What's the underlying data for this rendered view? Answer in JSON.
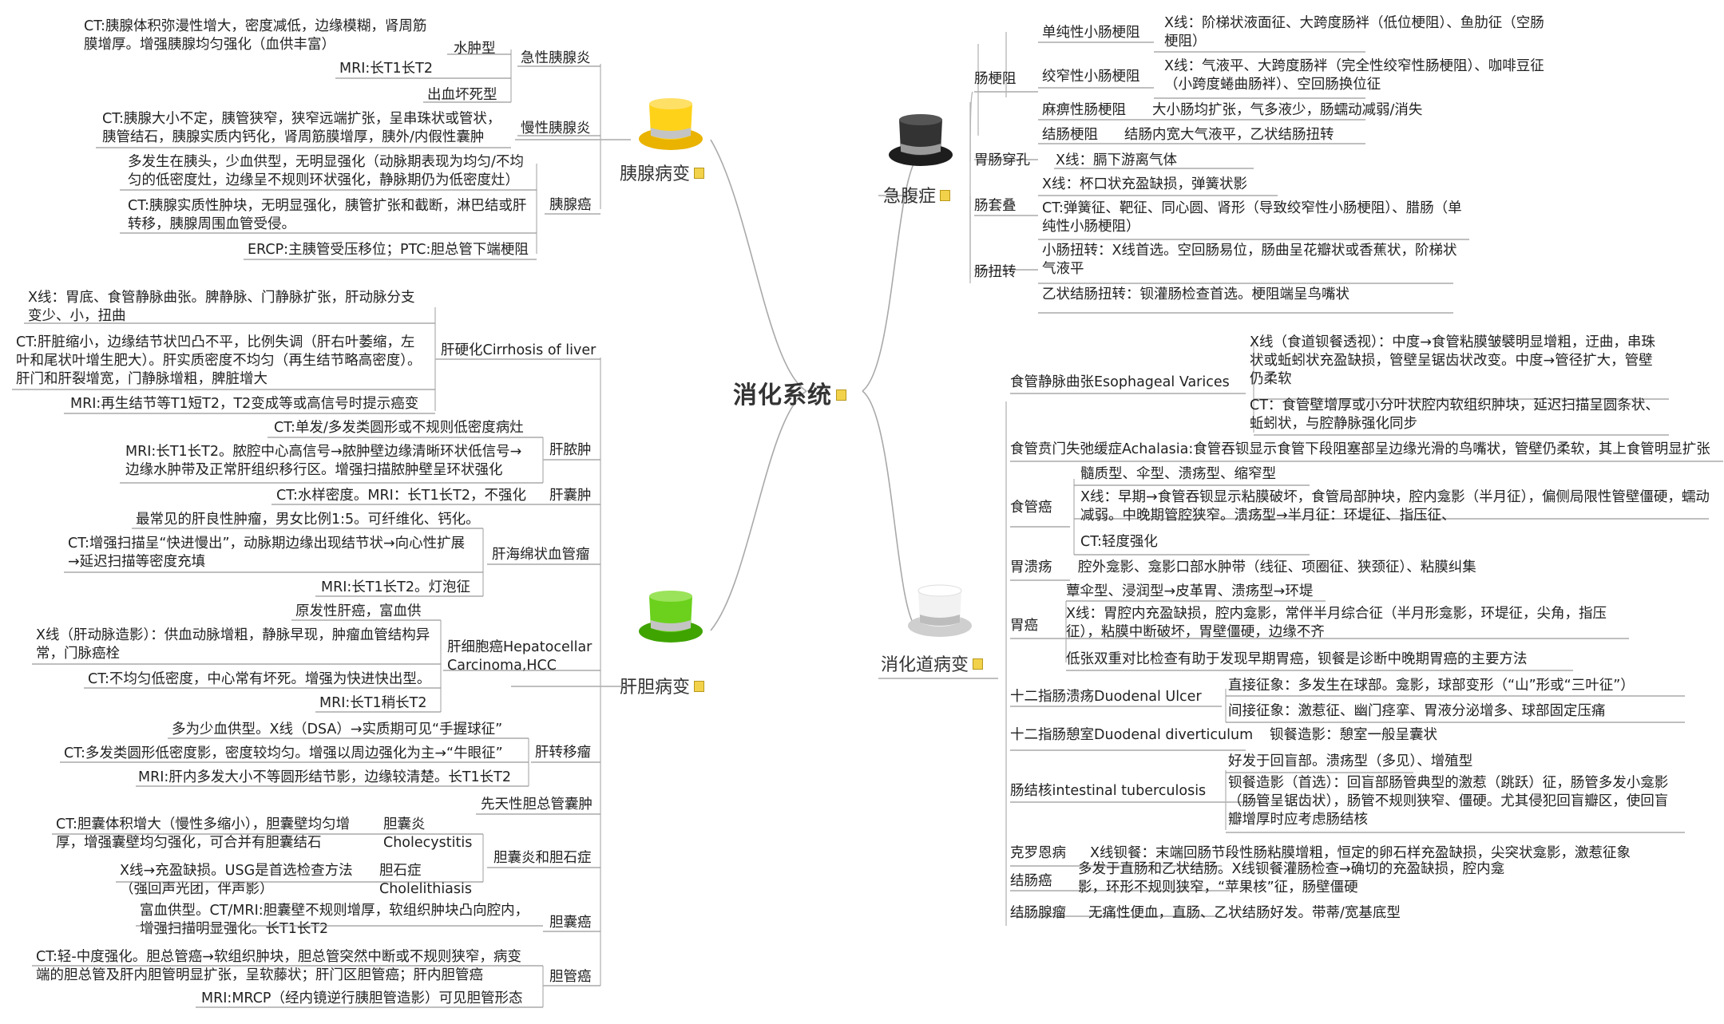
{
  "root": {
    "label": "消化系统"
  },
  "pancreas": {
    "label": "胰腺病变",
    "acute": {
      "label": "急性胰腺炎",
      "edema": "水肿型",
      "edema_ct": "CT:胰腺体积弥漫性增大，密度减低，边缘模糊，肾周筋膜增厚。增强胰腺均匀强化（血供丰富）",
      "edema_mri": "MRI:长T1长T2",
      "hemorrhagic": "出血坏死型"
    },
    "chronic": {
      "label": "慢性胰腺炎",
      "ct": "CT:胰腺大小不定，胰管狭窄，狭窄远端扩张，呈串珠状或管状，胰管结石，胰腺实质内钙化，肾周筋膜增厚，胰外/内假性囊肿"
    },
    "cancer": {
      "label": "胰腺癌",
      "c1": "多发生在胰头，少血供型，无明显强化（动脉期表现为均匀/不均匀的低密度灶，边缘呈不规则环状强化，静脉期仍为低密度灶）",
      "c2": "CT:胰腺实质性肿块，无明显强化，胰管扩张和截断，淋巴结或肝转移，胰腺周围血管受侵。",
      "c3": "ERCP:主胰管受压移位；PTC:胆总管下端梗阻"
    }
  },
  "liver": {
    "label": "肝胆病变",
    "cirrhosis": {
      "label": "肝硬化Cirrhosis of liver",
      "xray": "X线：胃底、食管静脉曲张。脾静脉、门静脉扩张，肝动脉分支变少、小，扭曲",
      "ct": "CT:肝脏缩小，边缘结节状凹凸不平，比例失调（肝右叶萎缩，左叶和尾状叶增生肥大）。肝实质密度不均匀（再生结节略高密度）。肝门和肝裂增宽，门静脉增粗，脾脏增大",
      "mri": "MRI:再生结节等T1短T2，T2变成等或高信号时提示癌变"
    },
    "abscess": {
      "label": "肝脓肿",
      "ct": "CT:单发/多发类圆形或不规则低密度病灶",
      "mri": "MRI:长T1长T2。脓腔中心高信号→脓肿壁边缘清晰环状低信号→边缘水肿带及正常肝组织移行区。增强扫描脓肿壁呈环状强化"
    },
    "cyst": {
      "label": "肝囊肿",
      "ct": "CT:水样密度。MRI：长T1长T2，不强化"
    },
    "hemangioma": {
      "label": "肝海绵状血管瘤",
      "h1": "最常见的肝良性肿瘤，男女比例1:5。可纤维化、钙化。",
      "h2": "CT:增强扫描呈“快进慢出”，动脉期边缘出现结节状→向心性扩展→延迟扫描等密度充填",
      "h3": "MRI:长T1长T2。灯泡征"
    },
    "hcc": {
      "label": "肝细胞癌Hepatocellar Carcinoma,HCC",
      "h1": "原发性肝癌，富血供",
      "h2": "X线（肝动脉造影）：供血动脉增粗，静脉早现，肿瘤血管结构异常，门脉癌栓",
      "h3": "CT:不均匀低密度，中心常有坏死。增强为快进快出型。",
      "h4": "MRI:长T1稍长T2"
    },
    "metastasis": {
      "label": "肝转移瘤",
      "m1": "多为少血供型。X线（DSA）→实质期可见“手握球征”",
      "m2": "CT:多发类圆形低密度影，密度较均匀。增强以周边强化为主→“牛眼征”",
      "m3": "MRI:肝内多发大小不等圆形结节影，边缘较清楚。长T1长T2"
    },
    "choledochal": {
      "label": "先天性胆总管囊肿"
    },
    "gallbladder": {
      "label": "胆囊炎和胆石症",
      "chole_label": "胆囊炎 Cholecystitis",
      "chole_ct": "CT:胆囊体积增大（慢性多缩小），胆囊壁均匀增厚，增强囊壁均匀强化，可合并有胆囊结石",
      "lith_label": "胆石症 Cholelithiasis",
      "lith_text": "X线→充盈缺损。USG是首选检查方法（强回声光团，伴声影）"
    },
    "gb_cancer": {
      "label": "胆囊癌",
      "text": "富血供型。CT/MRI:胆囊壁不规则增厚，软组织肿块凸向腔内，增强扫描明显强化。长T1长T2"
    },
    "bile_duct": {
      "label": "胆管癌",
      "ct": "CT:轻-中度强化。胆总管癌→软组织肿块，胆总管突然中断或不规则狭窄，病变端的胆总管及肝内胆管明显扩张，呈软藤状；肝门区胆管癌；肝内胆管癌",
      "mri": "MRI:MRCP（经内镜逆行胰胆管造影）可见胆管形态"
    }
  },
  "abdomen": {
    "label": "急腹症",
    "obstruction": {
      "label": "肠梗阻",
      "simple": "单纯性小肠梗阻",
      "simple_x": "X线：阶梯状液面征、大跨度肠袢（低位梗阻）、鱼肋征（空肠梗阻）",
      "strang": "绞窄性小肠梗阻",
      "strang_x": "X线：气液平、大跨度肠袢（完全性绞窄性肠梗阻）、咖啡豆征（小跨度蜷曲肠袢）、空回肠换位征",
      "paralytic": "麻痹性肠梗阻",
      "paralytic_x": "大小肠均扩张，气多液少，肠蠕动减弱/消失",
      "colon": "结肠梗阻",
      "colon_x": "结肠内宽大气液平，乙状结肠扭转"
    },
    "perforation": {
      "label": "胃肠穿孔",
      "text": "X线：膈下游离气体"
    },
    "intussusception": {
      "label": "肠套叠",
      "x": "X线：杯口状充盈缺损，弹簧状影",
      "ct": "CT:弹簧征、靶征、同心圆、肾形（导致绞窄性小肠梗阻）、腊肠（单纯性小肠梗阻）"
    },
    "volvulus": {
      "label": "肠扭转",
      "small": "小肠扭转：X线首选。空回肠易位，肠曲呈花瓣状或香蕉状，阶梯状气液平",
      "sigmoid": "乙状结肠扭转：钡灌肠检查首选。梗阻端呈鸟嘴状"
    }
  },
  "gi": {
    "label": "消化道病变",
    "varices": {
      "label": "食管静脉曲张Esophageal Varices",
      "x": "X线（食道钡餐透视）：中度→食管粘膜皱襞明显增粗，迂曲，串珠状或蚯蚓状充盈缺损，管壁呈锯齿状改变。中度→管径扩大，管壁仍柔软",
      "ct": "CT：食管壁增厚或小分叶状腔内软组织肿块，延迟扫描呈圆条状、蚯蚓状，与腔静脉强化同步"
    },
    "achalasia": {
      "label": "食管贲门失弛缓症Achalasia:食管吞钡显示食管下段阻塞部呈边缘光滑的鸟嘴状，管壁仍柔软，其上食管明显扩张"
    },
    "esophageal_cancer": {
      "label": "食管癌",
      "types": "髓质型、伞型、溃疡型、缩窄型",
      "x": "X线：早期→食管吞钡显示粘膜破坏，食管局部肿块，腔内龛影（半月征），偏侧局限性管壁僵硬，蠕动减弱。中晚期管腔狭窄。溃疡型→半月征：环堤征、指压征、",
      "ct": "CT:轻度强化"
    },
    "gastric_ulcer": {
      "label": "胃溃疡",
      "text": "腔外龛影、龛影口部水肿带（线征、项圈征、狭颈征）、粘膜纠集"
    },
    "gastric_cancer": {
      "label": "胃癌",
      "types": "蕈伞型、浸润型→皮革胃、溃疡型→环堤",
      "x": "X线：胃腔内充盈缺损，腔内龛影，常伴半月综合征（半月形龛影，环堤征，尖角，指压征），粘膜中断破坏，胃壁僵硬，边缘不齐",
      "barium": "低张双重对比检查有助于发现早期胃癌，钡餐是诊断中晚期胃癌的主要方法"
    },
    "duodenal_ulcer": {
      "label": "十二指肠溃疡Duodenal Ulcer",
      "direct": "直接征象：多发生在球部。龛影，球部变形（“山”形或“三叶征”）",
      "indirect": "间接征象：激惹征、幽门痉挛、胃液分泌增多、球部固定压痛"
    },
    "duodenal_div": {
      "label": "十二指肠憩室Duodenal diverticulum",
      "text": "钡餐造影：憩室一般呈囊状"
    },
    "tb": {
      "label": "肠结核intestinal tuberculosis",
      "t1": "好发于回盲部。溃疡型（多见）、增殖型",
      "t2": "钡餐造影（首选）：回盲部肠管典型的激惹（跳跃）征，肠管多发小龛影（肠管呈锯齿状），肠管不规则狭窄、僵硬。尤其侵犯回盲瓣区，使回盲瓣增厚时应考虑肠结核"
    },
    "crohn": {
      "label": "克罗恩病",
      "text": "X线钡餐：末端回肠节段性肠粘膜增粗，恒定的卵石样充盈缺损，尖突状龛影，激惹征象"
    },
    "colon_cancer": {
      "label": "结肠癌",
      "text": "多发于直肠和乙状结肠。X线钡餐灌肠检查→确切的充盈缺损，腔内龛影，环形不规则狭窄，“苹果核”征，肠壁僵硬"
    },
    "adenoma": {
      "label": "结肠腺瘤",
      "text": "无痛性便血，直肠、乙状结肠好发。带蒂/宽基底型"
    }
  }
}
